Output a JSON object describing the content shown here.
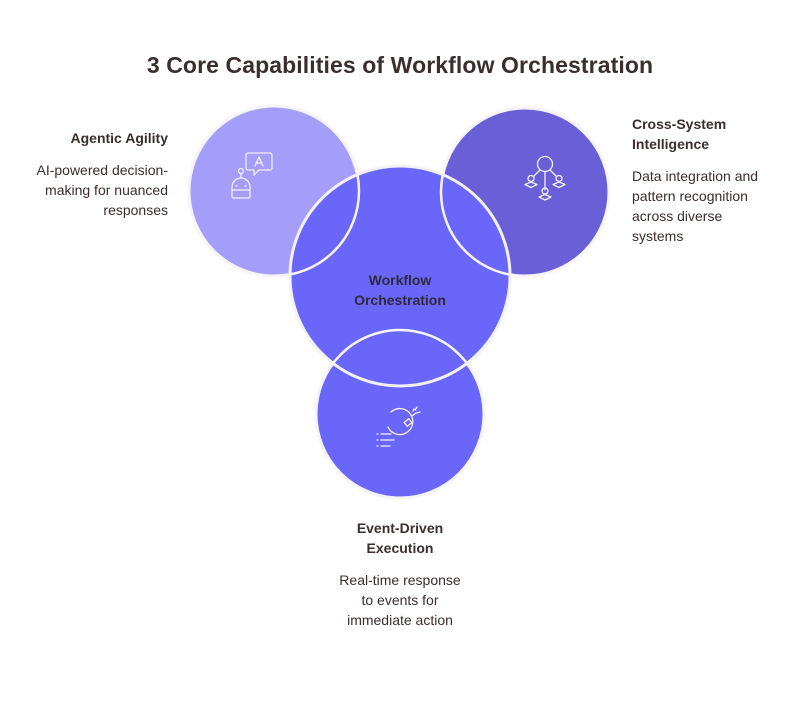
{
  "title": "3 Core Capabilities of Workflow Orchestration",
  "colors": {
    "agentic_circle": "#A49EFA",
    "center_circle": "#6B66FA",
    "cross_system_circle": "#6A5FD6",
    "event_circle": "#6B66FA",
    "circle_stroke": "#F2F2F6",
    "text": "#3A2E2E"
  },
  "center": {
    "label_line1": "Workflow",
    "label_line2": "Orchestration"
  },
  "capabilities": [
    {
      "id": "agentic",
      "heading": "Agentic Agility",
      "description_lines": [
        "AI-powered decision-",
        "making for nuanced",
        "responses"
      ],
      "icon": "robot-chat-icon"
    },
    {
      "id": "cross_system",
      "heading_lines": [
        "Cross-System",
        "Intelligence"
      ],
      "description_lines": [
        "Data integration and",
        "pattern recognition",
        "across diverse",
        "systems"
      ],
      "icon": "network-hierarchy-icon"
    },
    {
      "id": "event",
      "heading_lines": [
        "Event-Driven",
        "Execution"
      ],
      "description_lines": [
        "Real-time response",
        "to events for",
        "immediate action"
      ],
      "icon": "bomb-icon"
    }
  ]
}
